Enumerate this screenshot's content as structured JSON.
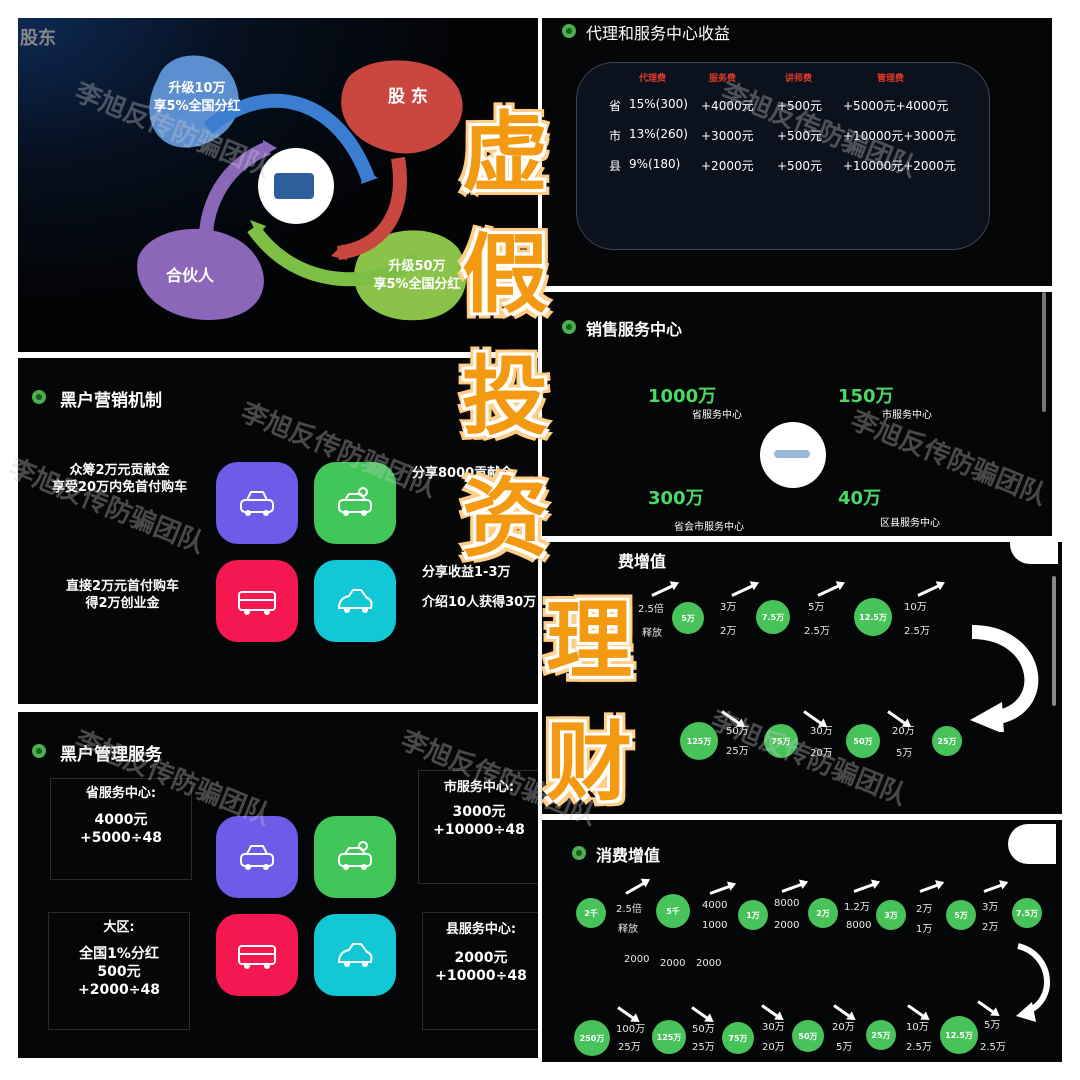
{
  "p1": {
    "corner": "股东",
    "blob_upgrade10": [
      "升级10万",
      "享5%全国分红"
    ],
    "blob_shareholder": "股 东",
    "blob_partner": "合伙人",
    "blob_upgrade50": [
      "升级50万",
      "享5%全国分红"
    ],
    "colors": {
      "blue": "#5c8fd0",
      "red": "#c9473f",
      "purple": "#8a67b8",
      "green": "#8bc34a"
    }
  },
  "p2": {
    "title": "代理和服务中心收益",
    "headers": [
      "代理费",
      "服务费",
      "讲师费",
      "管理费"
    ],
    "rows": [
      {
        "level": "省",
        "agent": "15%(300)",
        "service": "+4000元",
        "lecturer": "+500元",
        "mgmt": "+5000元+4000元"
      },
      {
        "level": "市",
        "agent": "13%(260)",
        "service": "+3000元",
        "lecturer": "+500元",
        "mgmt": "+10000元+3000元"
      },
      {
        "level": "县",
        "agent": "9%(180)",
        "service": "+2000元",
        "lecturer": "+500元",
        "mgmt": "+10000元+2000元"
      }
    ]
  },
  "p3": {
    "title": "黑户营销机制",
    "t1": [
      "众筹2万元贡献金",
      "享受20万内免首付购车"
    ],
    "t2": "分享8000贡献金",
    "t3": [
      "直接2万元首付购车",
      "得2万创业金"
    ],
    "t4": [
      "分享收益1-3万",
      "介绍10人获得30万"
    ],
    "tile_colors": [
      "#6c5ce7",
      "#43c659",
      "#f5174f",
      "#12c8d6"
    ]
  },
  "p4": {
    "title": "销售服务中心",
    "items": [
      {
        "value": "1000万",
        "label": "省服务中心"
      },
      {
        "value": "150万",
        "label": "市服务中心"
      },
      {
        "value": "300万",
        "label": "省会市服务中心"
      },
      {
        "value": "40万",
        "label": "区县服务中心"
      }
    ]
  },
  "p5": {
    "title": "黑户管理服务",
    "boxes": [
      {
        "head": "省服务中心:",
        "lines": [
          "4000元",
          "+5000÷48"
        ]
      },
      {
        "head": "市服务中心:",
        "lines": [
          "3000元",
          "+10000÷48"
        ]
      },
      {
        "head": "大区:",
        "lines": [
          "全国1%分红",
          "500元",
          "+2000÷48"
        ]
      },
      {
        "head": "县服务中心:",
        "lines": [
          "2000元",
          "+10000÷48"
        ]
      }
    ]
  },
  "p6": {
    "title": "费增值",
    "row1": {
      "labels": [
        "2.5倍",
        "释放",
        "3万",
        "2万",
        "5万",
        "2.5万",
        "10万",
        "2.5万"
      ],
      "circles": [
        "5万",
        "7.5万",
        "12.5万"
      ]
    },
    "row2": {
      "circles": [
        "125万",
        "75万",
        "50万",
        "25万"
      ],
      "labels": [
        "50万",
        "25万",
        "30万",
        "20万",
        "20万",
        "5万"
      ]
    }
  },
  "p7": {
    "title": "消费增值",
    "row1": {
      "circles": [
        "2千",
        "5千",
        "1万",
        "2万",
        "3万",
        "5万",
        "7.5万"
      ],
      "labels": [
        "2.5倍",
        "释放",
        "4000",
        "1000",
        "8000",
        "2000",
        "1.2万",
        "8000",
        "2万",
        "1万",
        "3万",
        "2万"
      ],
      "bottom": [
        "2000",
        "2000",
        "2000"
      ]
    },
    "row2": {
      "circles": [
        "250万",
        "125万",
        "75万",
        "50万",
        "25万",
        "12.5万"
      ],
      "labels": [
        "100万",
        "25万",
        "50万",
        "25万",
        "30万",
        "20万",
        "20万",
        "5万",
        "10万",
        "2.5万",
        "5万",
        "2.5万"
      ]
    }
  },
  "overlay": {
    "chars": [
      "虚",
      "假",
      "投",
      "资",
      "理",
      "财"
    ],
    "watermark": "李旭反传防骗团队"
  }
}
